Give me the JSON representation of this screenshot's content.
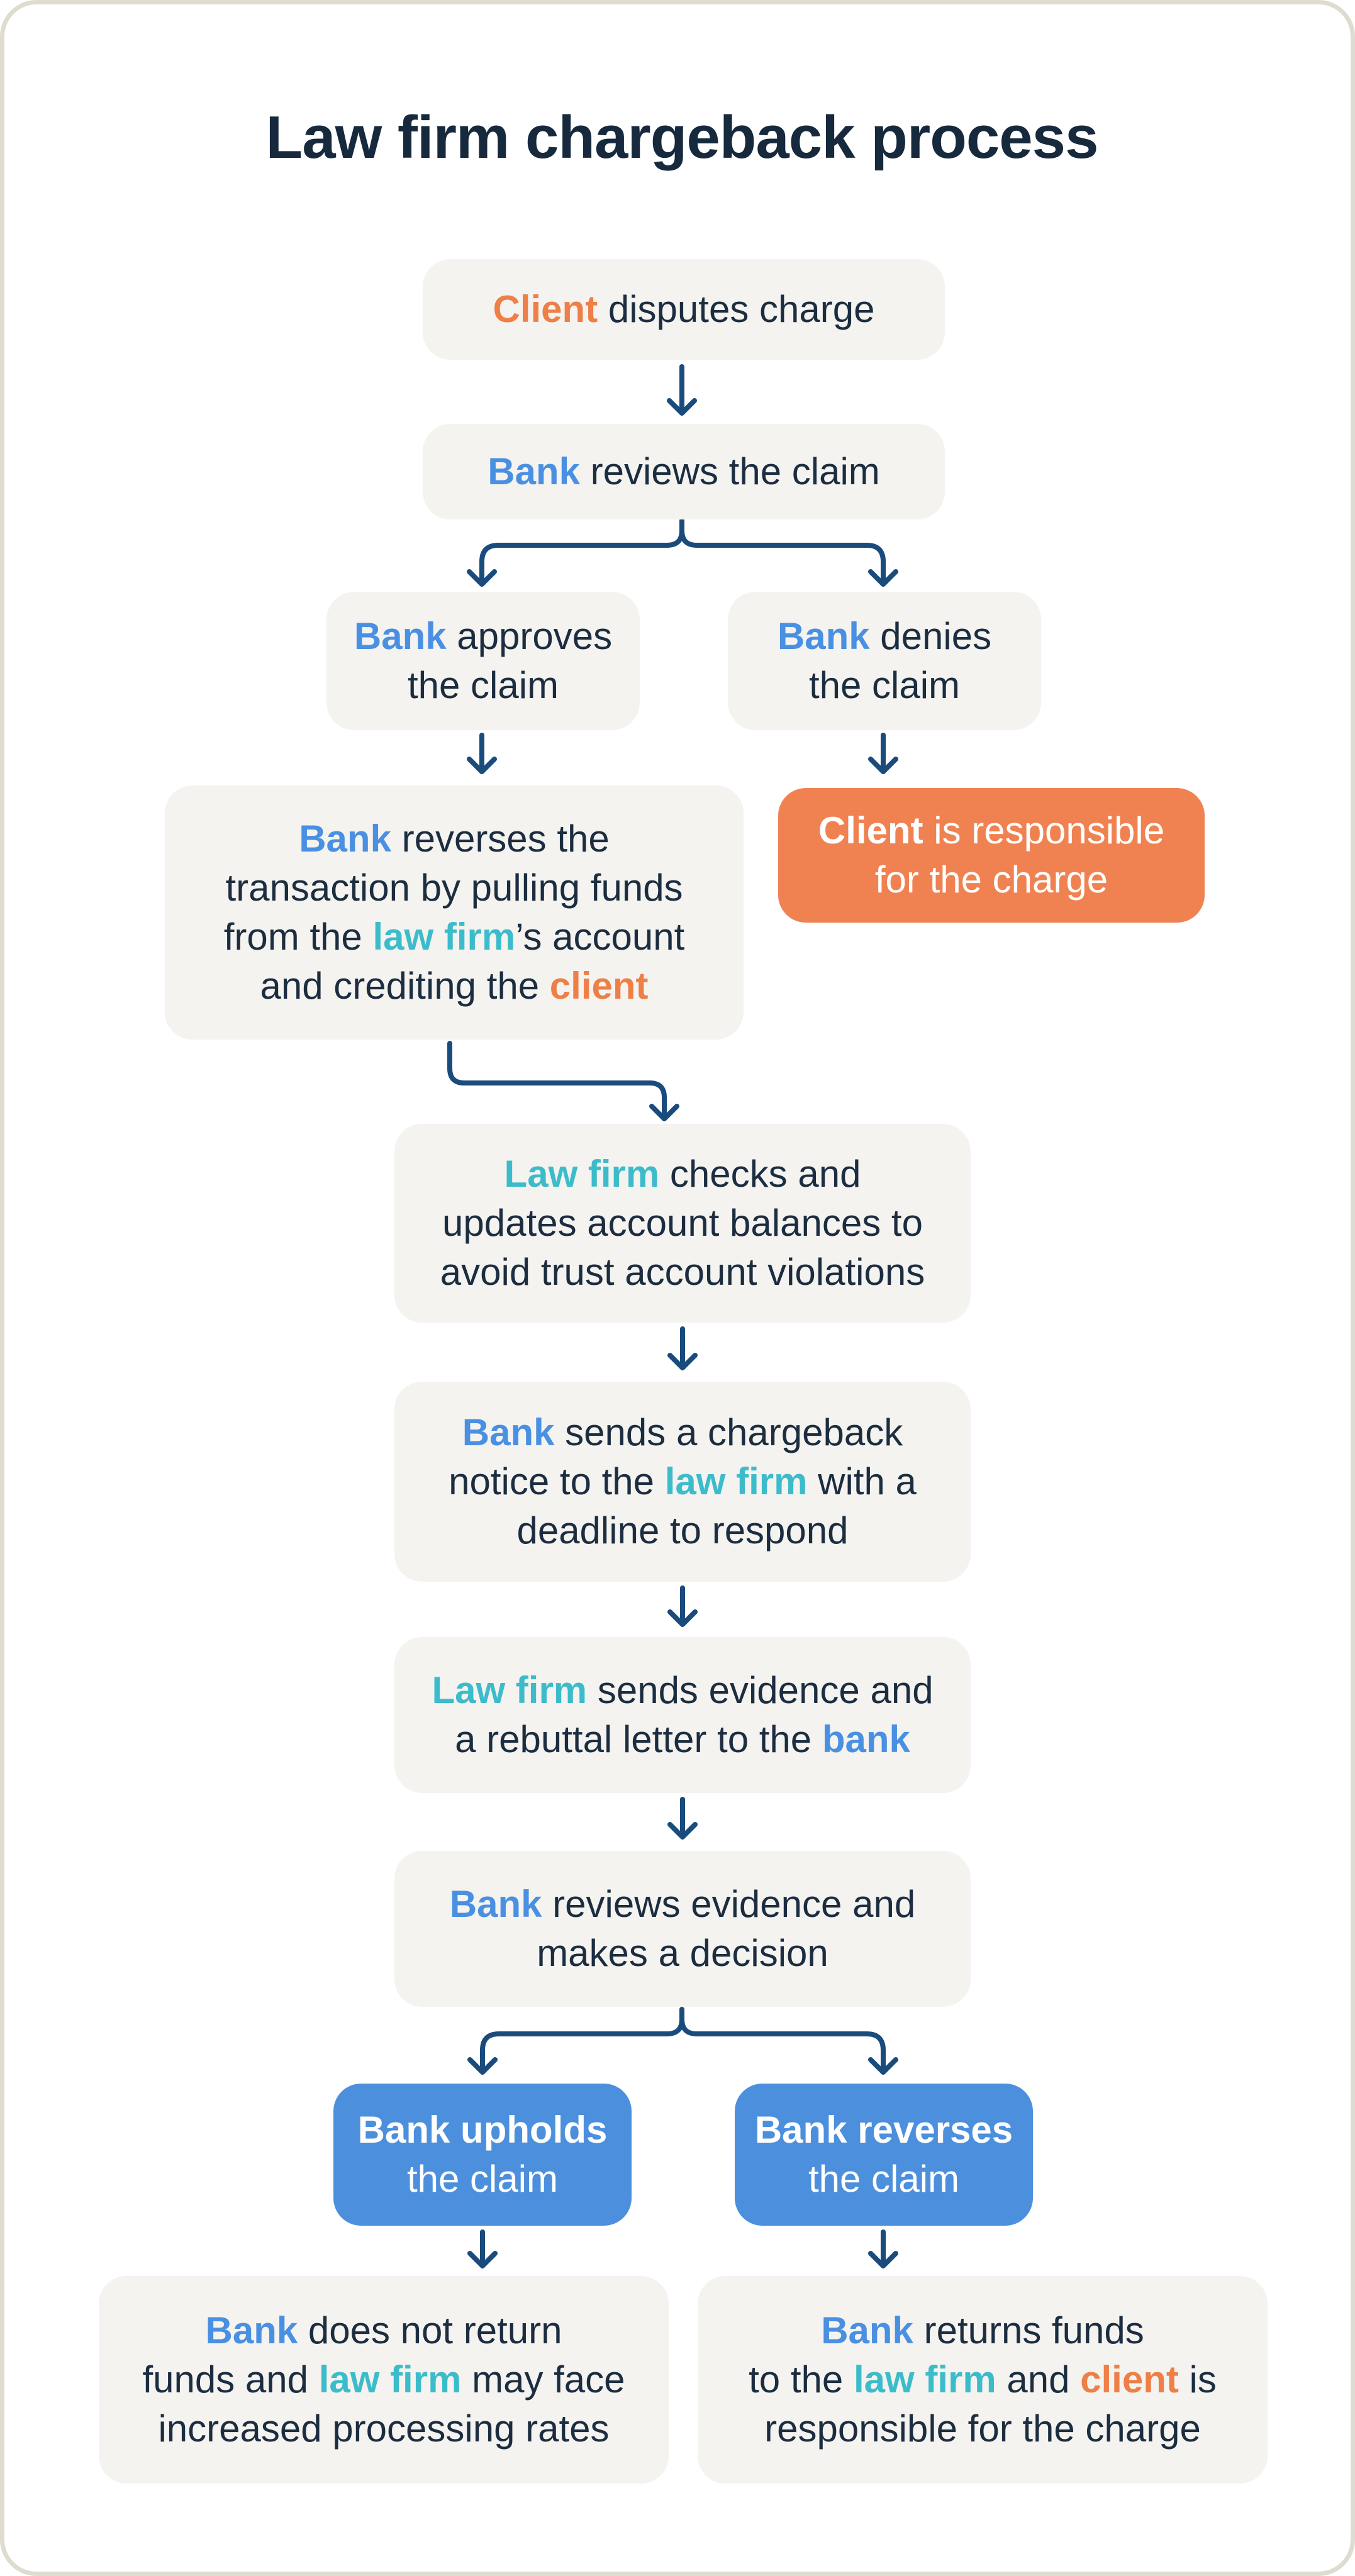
{
  "title": "Law firm chargeback process",
  "palette": {
    "navy_text": "#1c2d40",
    "bank_blue": "#4a90e2",
    "law_firm_teal": "#3cbcca",
    "client_orange": "#ee7f47",
    "arrow_navy": "#1a4b7d",
    "box_gray": "#f4f3f0",
    "box_orange": "#f08252",
    "box_blue": "#4c90dd",
    "card_border": "#dedbd1"
  },
  "flow": {
    "nodes": {
      "clientDisputes": {
        "lines": [
          {
            "segs": [
              {
                "t": "Client",
                "c": "orange"
              },
              {
                "t": " disputes charge"
              }
            ]
          }
        ]
      },
      "bankReviews": {
        "lines": [
          {
            "segs": [
              {
                "t": "Bank",
                "c": "blue"
              },
              {
                "t": " reviews the claim"
              }
            ]
          }
        ]
      },
      "bankApproves": {
        "lines": [
          {
            "segs": [
              {
                "t": "Bank",
                "c": "blue"
              },
              {
                "t": " approves"
              }
            ]
          },
          {
            "segs": [
              {
                "t": "the claim"
              }
            ]
          }
        ]
      },
      "bankDenies": {
        "lines": [
          {
            "segs": [
              {
                "t": "Bank",
                "c": "blue"
              },
              {
                "t": " denies"
              }
            ]
          },
          {
            "segs": [
              {
                "t": "the claim"
              }
            ]
          }
        ]
      },
      "reverseTransaction": {
        "lines": [
          {
            "segs": [
              {
                "t": "Bank",
                "c": "blue"
              },
              {
                "t": " reverses the"
              }
            ]
          },
          {
            "segs": [
              {
                "t": "transaction by pulling funds"
              }
            ]
          },
          {
            "segs": [
              {
                "t": "from the "
              },
              {
                "t": "law firm",
                "c": "teal"
              },
              {
                "t": "’s account"
              }
            ]
          },
          {
            "segs": [
              {
                "t": "and crediting the "
              },
              {
                "t": "client",
                "c": "orange"
              }
            ]
          }
        ]
      },
      "clientResponsible": {
        "lines": [
          {
            "segs": [
              {
                "t": "Client",
                "c": "bold"
              },
              {
                "t": " is responsible"
              }
            ]
          },
          {
            "segs": [
              {
                "t": "for the charge"
              }
            ]
          }
        ]
      },
      "lawFirmChecks": {
        "lines": [
          {
            "segs": [
              {
                "t": "Law firm",
                "c": "teal"
              },
              {
                "t": " checks and"
              }
            ]
          },
          {
            "segs": [
              {
                "t": "updates account balances to"
              }
            ]
          },
          {
            "segs": [
              {
                "t": "avoid trust account violations"
              }
            ]
          }
        ]
      },
      "chargebackNotice": {
        "lines": [
          {
            "segs": [
              {
                "t": "Bank",
                "c": "blue"
              },
              {
                "t": " sends a chargeback"
              }
            ]
          },
          {
            "segs": [
              {
                "t": "notice to the "
              },
              {
                "t": "law firm",
                "c": "teal"
              },
              {
                "t": " with a"
              }
            ]
          },
          {
            "segs": [
              {
                "t": "deadline to respond"
              }
            ]
          }
        ]
      },
      "sendsEvidence": {
        "lines": [
          {
            "segs": [
              {
                "t": "Law firm",
                "c": "teal"
              },
              {
                "t": " sends evidence and"
              }
            ]
          },
          {
            "segs": [
              {
                "t": "a rebuttal letter to the "
              },
              {
                "t": "bank",
                "c": "blue"
              }
            ]
          }
        ]
      },
      "reviewsEvidence": {
        "lines": [
          {
            "segs": [
              {
                "t": "Bank",
                "c": "blue"
              },
              {
                "t": " reviews evidence and"
              }
            ]
          },
          {
            "segs": [
              {
                "t": "makes a decision"
              }
            ]
          }
        ]
      },
      "upholdsClaim": {
        "lines": [
          {
            "segs": [
              {
                "t": "Bank upholds",
                "c": "bold"
              }
            ]
          },
          {
            "segs": [
              {
                "t": "the claim"
              }
            ]
          }
        ]
      },
      "reversesClaim": {
        "lines": [
          {
            "segs": [
              {
                "t": "Bank reverses",
                "c": "bold"
              }
            ]
          },
          {
            "segs": [
              {
                "t": "the claim"
              }
            ]
          }
        ]
      },
      "doesNotReturn": {
        "lines": [
          {
            "segs": [
              {
                "t": "Bank",
                "c": "blue"
              },
              {
                "t": " does not return"
              }
            ]
          },
          {
            "segs": [
              {
                "t": "funds and "
              },
              {
                "t": "law firm",
                "c": "teal"
              },
              {
                "t": " may face"
              }
            ]
          },
          {
            "segs": [
              {
                "t": "increased processing rates"
              }
            ]
          }
        ]
      },
      "returnsFunds": {
        "lines": [
          {
            "segs": [
              {
                "t": "Bank",
                "c": "blue"
              },
              {
                "t": " returns funds"
              }
            ]
          },
          {
            "segs": [
              {
                "t": "to the "
              },
              {
                "t": "law firm",
                "c": "teal"
              },
              {
                "t": " and "
              },
              {
                "t": "client",
                "c": "orange"
              },
              {
                "t": " is"
              }
            ]
          },
          {
            "segs": [
              {
                "t": "responsible for the charge"
              }
            ]
          }
        ]
      }
    }
  }
}
